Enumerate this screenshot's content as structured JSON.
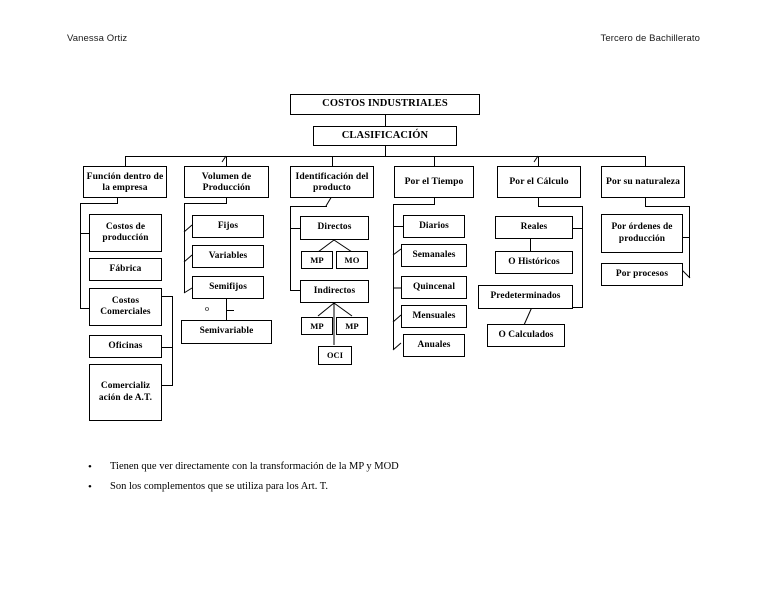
{
  "header": {
    "author": "Vanessa Ortiz",
    "course": "Tercero de Bachillerato"
  },
  "diagram": {
    "title": "COSTOS INDUSTRIALES",
    "subtitle": "CLASIFICACIÓN",
    "columns": [
      {
        "header": "Función dentro de la empresa",
        "nodes": [
          "Costos de producción",
          "Fábrica",
          "Costos Comerciales",
          "Oficinas",
          "Comercializ ación de A.T."
        ]
      },
      {
        "header": "Volumen de Producción",
        "nodes": [
          "Fijos",
          "Variables",
          "Semifijos",
          "Semivariable"
        ],
        "connector_label": "o"
      },
      {
        "header": "Identificación del producto",
        "nodes": [
          "Directos",
          "MP",
          "MO",
          "Indirectos",
          "MP",
          "MP",
          "OCI"
        ]
      },
      {
        "header": "Por el Tiempo",
        "nodes": [
          "Diarios",
          "Semanales",
          "Quincenal",
          "Mensuales",
          "Anuales"
        ]
      },
      {
        "header": "Por el Cálculo",
        "nodes": [
          "Reales",
          "O Históricos",
          "Predeterminados",
          "O Calculados"
        ]
      },
      {
        "header": "Por su naturaleza",
        "nodes": [
          "Por órdenes de producción",
          "Por procesos"
        ]
      }
    ]
  },
  "notes": {
    "bullet_char": "•",
    "items": [
      "Tienen que ver directamente con la transformación de la MP y MOD",
      "Son los  complementos que se utiliza para los Art. T."
    ]
  }
}
